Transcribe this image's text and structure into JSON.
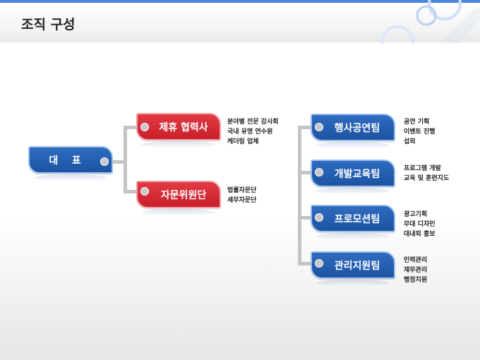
{
  "header": {
    "title": "조직 구성"
  },
  "colors": {
    "red": "#d42a34",
    "blue": "#2661b3",
    "accent": "#4a86e0"
  },
  "ceo": {
    "label": "대    표"
  },
  "left_units": [
    {
      "label": "제휴 협력사",
      "items": [
        "분야별 전문 강사회",
        "국내 유명 연수원",
        "케더링 업체"
      ]
    },
    {
      "label": "자문위원단",
      "items": [
        "법률자문단",
        "세무자문단"
      ]
    }
  ],
  "right_units": [
    {
      "label": "행사공연팀",
      "items": [
        "공연 기획",
        "이벤트 진행",
        "섭외"
      ]
    },
    {
      "label": "개발교육팀",
      "items": [
        "프로그램 개발",
        "교육 및 훈련지도"
      ]
    },
    {
      "label": "프로모션팀",
      "items": [
        "광고기획",
        "무대 디자인",
        "대내외 홍보"
      ]
    },
    {
      "label": "관리지원팀",
      "items": [
        "인력관리",
        "재무관리",
        "행정지원"
      ]
    }
  ]
}
